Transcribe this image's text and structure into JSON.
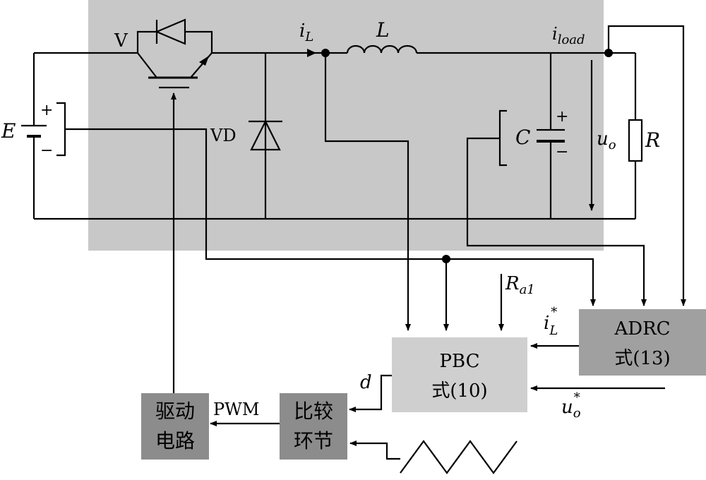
{
  "labels": {
    "switch": "V",
    "diode": "VD",
    "source": "E",
    "plus": "+",
    "minus": "−",
    "inductor": "L",
    "capacitor": "C",
    "resistor": "R",
    "il_main": "i",
    "il_sub": "L",
    "iload_main": "i",
    "iload_sub": "load",
    "uo_main": "u",
    "uo_sub": "o",
    "ra1_main": "R",
    "ra1_sub": "a1",
    "ilref_main": "i",
    "ilref_sub": "L",
    "ilref_sup": "*",
    "uoref_main": "u",
    "uoref_sub": "o",
    "uoref_sup": "*",
    "duty": "d",
    "pwm": "PWM"
  },
  "blocks": {
    "adrc_line1": "ADRC",
    "adrc_line2": "式(13)",
    "pbc_line1": "PBC",
    "pbc_line2": "式(10)",
    "compare_line1": "比较",
    "compare_line2": "环节",
    "drive_line1": "驱动",
    "drive_line2": "电路"
  },
  "colors": {
    "circuit_bg": "#c8c8c8",
    "pbc_block": "#cfcfcf",
    "adrc_block": "#a0a0a0",
    "dark_block": "#8c8c8c"
  }
}
